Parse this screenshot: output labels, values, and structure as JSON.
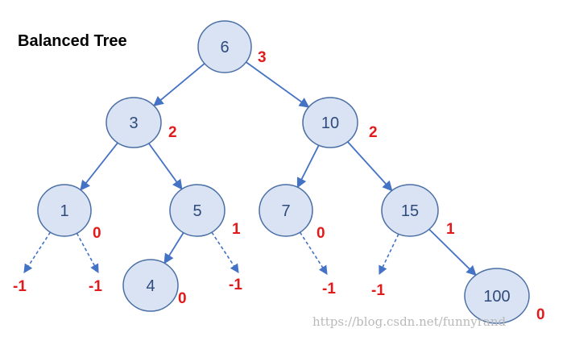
{
  "title": "Balanced Tree",
  "colors": {
    "node_fill": "#d9e3f3",
    "node_stroke": "#4a6fa5",
    "edge": "#4472c4",
    "label": "#2f4b7c",
    "balance_factor": "#e11b1b"
  },
  "nodes": [
    {
      "id": "n6",
      "label": "6",
      "balance": "3"
    },
    {
      "id": "n3",
      "label": "3",
      "balance": "2"
    },
    {
      "id": "n10",
      "label": "10",
      "balance": "2"
    },
    {
      "id": "n1",
      "label": "1",
      "balance": "0"
    },
    {
      "id": "n5",
      "label": "5",
      "balance": "1"
    },
    {
      "id": "n7",
      "label": "7",
      "balance": "0"
    },
    {
      "id": "n15",
      "label": "15",
      "balance": "1"
    },
    {
      "id": "n4",
      "label": "4",
      "balance": "0"
    },
    {
      "id": "n100",
      "label": "100",
      "balance": "0"
    }
  ],
  "edges": [
    {
      "from": "n6",
      "to": "n3"
    },
    {
      "from": "n6",
      "to": "n10"
    },
    {
      "from": "n3",
      "to": "n1"
    },
    {
      "from": "n3",
      "to": "n5"
    },
    {
      "from": "n10",
      "to": "n7"
    },
    {
      "from": "n10",
      "to": "n15"
    },
    {
      "from": "n5",
      "to": "n4"
    },
    {
      "from": "n15",
      "to": "n100"
    }
  ],
  "null_children": [
    {
      "parent": "n1",
      "side": "left",
      "label": "-1"
    },
    {
      "parent": "n1",
      "side": "right",
      "label": "-1"
    },
    {
      "parent": "n5",
      "side": "right",
      "label": "-1"
    },
    {
      "parent": "n7",
      "side": "right",
      "label": "-1"
    },
    {
      "parent": "n15",
      "side": "left",
      "label": "-1"
    }
  ],
  "watermark": "https://blog.csdn.net/funnyrand"
}
